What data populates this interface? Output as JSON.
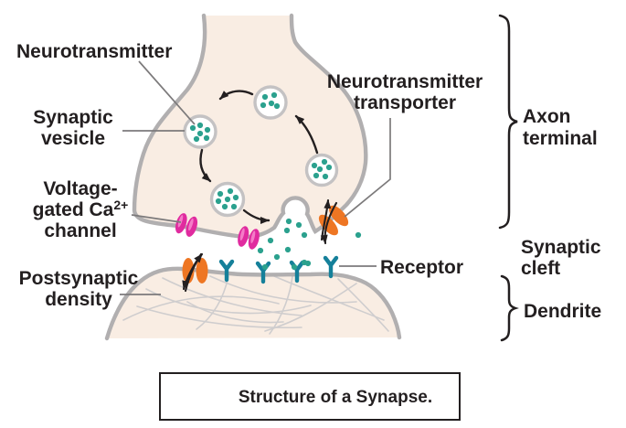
{
  "colors": {
    "ink": "#231f20",
    "leader": "#7c7a7b",
    "membrane": "#b1afb0",
    "ring": "#c4c2c3",
    "cell": "#f9ede3",
    "teal": "#2ba18e",
    "receptor": "#15809a",
    "magenta": "#e02b9f",
    "magenta_light": "#f47cc7",
    "orange": "#ee7623",
    "mesh": "#cfcdce"
  },
  "labels": {
    "neurotransmitter": "Neurotransmitter",
    "synaptic_vesicle": {
      "line1": "Synaptic",
      "line2": "vesicle"
    },
    "voltage_gated": {
      "line1": "Voltage-",
      "line2_prefix": "gated Ca",
      "line2_sup": "2+",
      "line3": "channel"
    },
    "postsynaptic_density": {
      "line1": "Postsynaptic",
      "line2": "density"
    },
    "nt_transporter": {
      "line1": "Neurotransmitter",
      "line2": "transporter"
    },
    "receptor": "Receptor",
    "axon_terminal": {
      "line1": "Axon",
      "line2": "terminal"
    },
    "synaptic_cleft": {
      "line1": "Synaptic",
      "line2": "cleft"
    },
    "dendrite": "Dendrite"
  },
  "caption": "Structure of a Synapse."
}
